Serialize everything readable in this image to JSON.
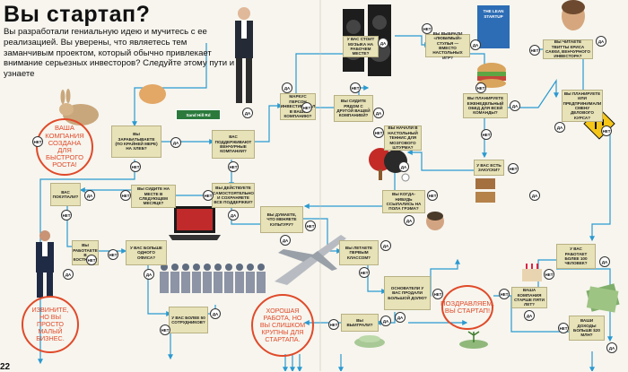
{
  "title": "Вы стартап?",
  "intro": "Вы разработали гениальную идею и мучитесь с ее реализацией. Вы уверены, что являетесь тем заманчивым проектом, который обычно привлекает внимание серьезных инвесторов? Следуйте этому пути и узнаете",
  "labels": {
    "yes": "ДА",
    "no": "НЕТ"
  },
  "page_number": "22",
  "colors": {
    "background": "#f7f5ee",
    "box": "#e7e2b7",
    "outcome": "#e04a2a",
    "line": "#2a9ad1"
  },
  "boxes": {
    "zarabatyvaete": "Вы зарабатываете (по крайней мере) на хлеб?",
    "podderzhivayut": "Вас поддерживают венчурные компании?",
    "investor_company": "Маркус Персон инвестировал в вашу компанию?",
    "kolonki": "У вас стоит музыка на рабочем месте?",
    "sidite_ryadom": "Вы сидите рядом с другой вашей компанией?",
    "stulya": "Вы выбрали «любимый» стулья — вместо настольных игр?",
    "tim_ferris": "Вы читаете твитты Криса Сакки, венчурного инвестора?",
    "obed": "Вы планируете еженедельный обед для всей команды?",
    "nachali_pinpong": "Вы начали в настольный теннис для мозгового штурма?",
    "zakuski": "У вас есть закуски?",
    "peremena_kursa": "Вы планируете или предпринимали смену делового курса?",
    "dumaete_kultura": "Вы думаете, что меняете культуру?",
    "pyatnica": "Вы когда-нибудь ссылались на Пола Грэма?",
    "sami_investiruete": "Вы действуете самостоятельно и сохраняете все поддержки?",
    "sledushii_mesyats": "Вы сидите на месте в следующем месяце?",
    "pokupali": "Вас покупали?",
    "kostyum": "Вы работаете в костюме?",
    "nolbeee": "У вас больше одного офиса?",
    "pervye_klassy": "Вы летаете первым классом?",
    "prodazha": "Основатели у вас продали большой долю?",
    "vyigrali": "Вы выиграли?",
    "starshe_let": "Ваша компания старше пяти лет?",
    "bolee_chelovek": "У вас работает более 100 человек?",
    "bolshe_20": "Ваши доходы больше $20 млн?",
    "sotrudnikov": "У вас более 50 сотрудников?"
  },
  "outcomes": {
    "bystro_rost": "Ваша компания создана для быстрого роста!",
    "izvinite": "Извините, но вы просто малый бизнес.",
    "horoshaya_rabota": "Хорошая работа, но вы слишком крупны для стартапа.",
    "pozdravlyaem": "Поздравляем, вы стартап!"
  },
  "pictures": {
    "street_sign": "Sand Hill Rd",
    "book": "THE LEAN STARTUP"
  }
}
